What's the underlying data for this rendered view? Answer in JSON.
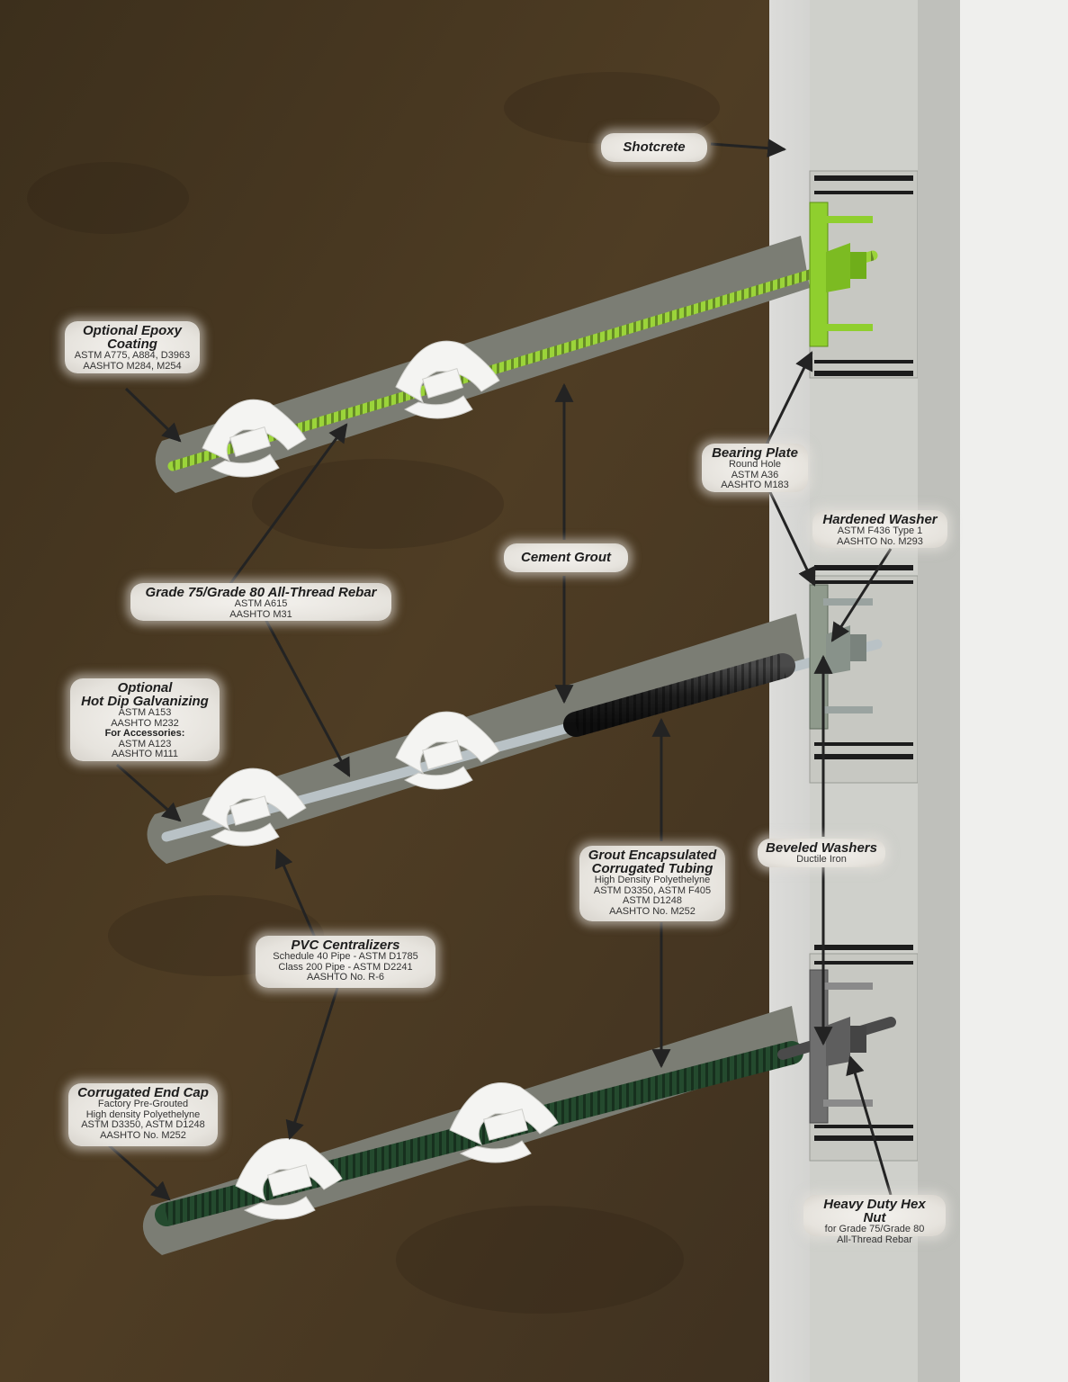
{
  "colors": {
    "soil": "#4a3a22",
    "soil_dark": "#33271a",
    "borehole_grout": "#7b7d74",
    "concrete": "#d9d9d7",
    "concrete_panel": "#c9cac5",
    "epoxy_green": "#9bd43a",
    "galvanized": "#b9c2c6",
    "corrugated_black": "#2a2a2a",
    "end_cap_green": "#244a2e",
    "centralizer": "#f4f4f2",
    "plate_green": "#8fcf2e",
    "plate_gray": "#8f9a8c",
    "plate_dark": "#6f6f6f",
    "callout_bg": "#e8e6e2",
    "arrow": "#232323"
  },
  "labels": {
    "shotcrete": {
      "title": "Shotcrete"
    },
    "epoxy": {
      "title": "Optional Epoxy Coating",
      "lines": [
        "ASTM A775, A884, D3963",
        "AASHTO M284, M254"
      ]
    },
    "bearing_plate": {
      "title": "Bearing Plate",
      "lines": [
        "Round Hole",
        "ASTM A36",
        "AASHTO M183"
      ]
    },
    "hardened_washer": {
      "title": "Hardened Washer",
      "lines": [
        "ASTM F436 Type 1",
        "AASHTO No. M293"
      ]
    },
    "cement_grout": {
      "title": "Cement Grout"
    },
    "rebar": {
      "title": "Grade 75/Grade 80 All-Thread Rebar",
      "lines": [
        "ASTM A615",
        "AASHTO M31"
      ]
    },
    "galvanizing": {
      "title_1": "Optional",
      "title_2": "Hot Dip Galvanizing",
      "lines": [
        "ASTM A153",
        "AASHTO M232"
      ],
      "sub_title": "For Accessories:",
      "sub_lines": [
        "ASTM A123",
        "AASHTO M111"
      ]
    },
    "beveled_washers": {
      "title": "Beveled Washers",
      "lines": [
        "Ductile Iron"
      ]
    },
    "corrugated_tubing": {
      "title_1": "Grout Encapsulated",
      "title_2": "Corrugated Tubing",
      "lines": [
        "High Density Polyethelyne",
        "ASTM D3350, ASTM F405",
        "ASTM D1248",
        "AASHTO No. M252"
      ]
    },
    "pvc": {
      "title": "PVC Centralizers",
      "lines": [
        "Schedule 40 Pipe - ASTM D1785",
        "Class 200 Pipe - ASTM D2241",
        "AASHTO No. R-6"
      ]
    },
    "end_cap": {
      "title": "Corrugated End Cap",
      "lines": [
        "Factory Pre-Grouted",
        "High density Polyethelyne",
        "ASTM D3350, ASTM D1248",
        "AASHTO No. M252"
      ]
    },
    "hex_nut": {
      "title": "Heavy Duty Hex Nut",
      "lines": [
        "for Grade 75/Grade 80",
        "All-Thread Rebar"
      ]
    }
  }
}
